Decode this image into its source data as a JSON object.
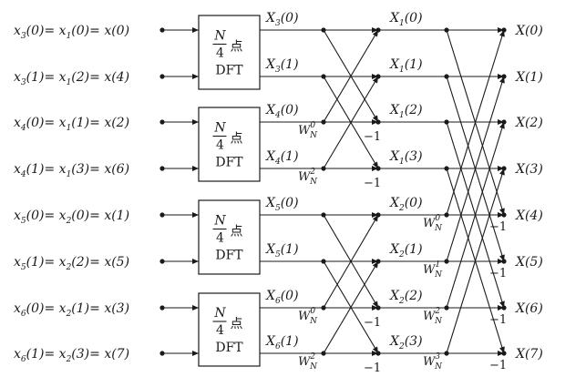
{
  "inputs": [
    {
      "pre": "x",
      "s1": "3",
      "mid1": "(0)= ",
      "x2": "x",
      "s2": "1",
      "mid2": "(0)= ",
      "end": "x(0)"
    },
    {
      "pre": "x",
      "s1": "3",
      "mid1": "(1)= ",
      "x2": "x",
      "s2": "1",
      "mid2": "(2)= ",
      "end": "x(4)"
    },
    {
      "pre": "x",
      "s1": "4",
      "mid1": "(0)= ",
      "x2": "x",
      "s2": "1",
      "mid2": "(1)= ",
      "end": "x(2)"
    },
    {
      "pre": "x",
      "s1": "4",
      "mid1": "(1)= ",
      "x2": "x",
      "s2": "1",
      "mid2": "(3)= ",
      "end": "x(6)"
    },
    {
      "pre": "x",
      "s1": "5",
      "mid1": "(0)= ",
      "x2": "x",
      "s2": "2",
      "mid2": "(0)= ",
      "end": "x(1)"
    },
    {
      "pre": "x",
      "s1": "5",
      "mid1": "(1)= ",
      "x2": "x",
      "s2": "2",
      "mid2": "(2)= ",
      "end": "x(5)"
    },
    {
      "pre": "x",
      "s1": "6",
      "mid1": "(0)= ",
      "x2": "x",
      "s2": "2",
      "mid2": "(1)= ",
      "end": "x(3)"
    },
    {
      "pre": "x",
      "s1": "6",
      "mid1": "(1)= ",
      "x2": "x",
      "s2": "2",
      "mid2": "(3)= ",
      "end": "x(7)"
    }
  ],
  "box": {
    "numerator": "N",
    "denominator": "4",
    "dian": "点",
    "dft": "DFT"
  },
  "stage1": [
    {
      "base": "X",
      "sub": "3",
      "arg": "(0)"
    },
    {
      "base": "X",
      "sub": "3",
      "arg": "(1)"
    },
    {
      "base": "X",
      "sub": "4",
      "arg": "(0)"
    },
    {
      "base": "X",
      "sub": "4",
      "arg": "(1)"
    },
    {
      "base": "X",
      "sub": "5",
      "arg": "(0)"
    },
    {
      "base": "X",
      "sub": "5",
      "arg": "(1)"
    },
    {
      "base": "X",
      "sub": "6",
      "arg": "(0)"
    },
    {
      "base": "X",
      "sub": "6",
      "arg": "(1)"
    }
  ],
  "stage2": [
    {
      "base": "X",
      "sub": "1",
      "arg": "(0)"
    },
    {
      "base": "X",
      "sub": "1",
      "arg": "(1)"
    },
    {
      "base": "X",
      "sub": "1",
      "arg": "(2)"
    },
    {
      "base": "X",
      "sub": "1",
      "arg": "(3)"
    },
    {
      "base": "X",
      "sub": "2",
      "arg": "(0)"
    },
    {
      "base": "X",
      "sub": "2",
      "arg": "(1)"
    },
    {
      "base": "X",
      "sub": "2",
      "arg": "(2)"
    },
    {
      "base": "X",
      "sub": "2",
      "arg": "(3)"
    }
  ],
  "outputs": [
    "X(0)",
    "X(1)",
    "X(2)",
    "X(3)",
    "X(4)",
    "X(5)",
    "X(6)",
    "X(7)"
  ],
  "twiddle": {
    "base": "W",
    "sub": "N"
  },
  "twiddles_stage1": [
    {
      "exp": "0"
    },
    {
      "exp": "2"
    },
    {
      "exp": "0"
    },
    {
      "exp": "2"
    }
  ],
  "twiddles_stage2": [
    {
      "exp": "0"
    },
    {
      "exp": "1"
    },
    {
      "exp": "2"
    },
    {
      "exp": "3"
    }
  ],
  "minus_one": "−1"
}
